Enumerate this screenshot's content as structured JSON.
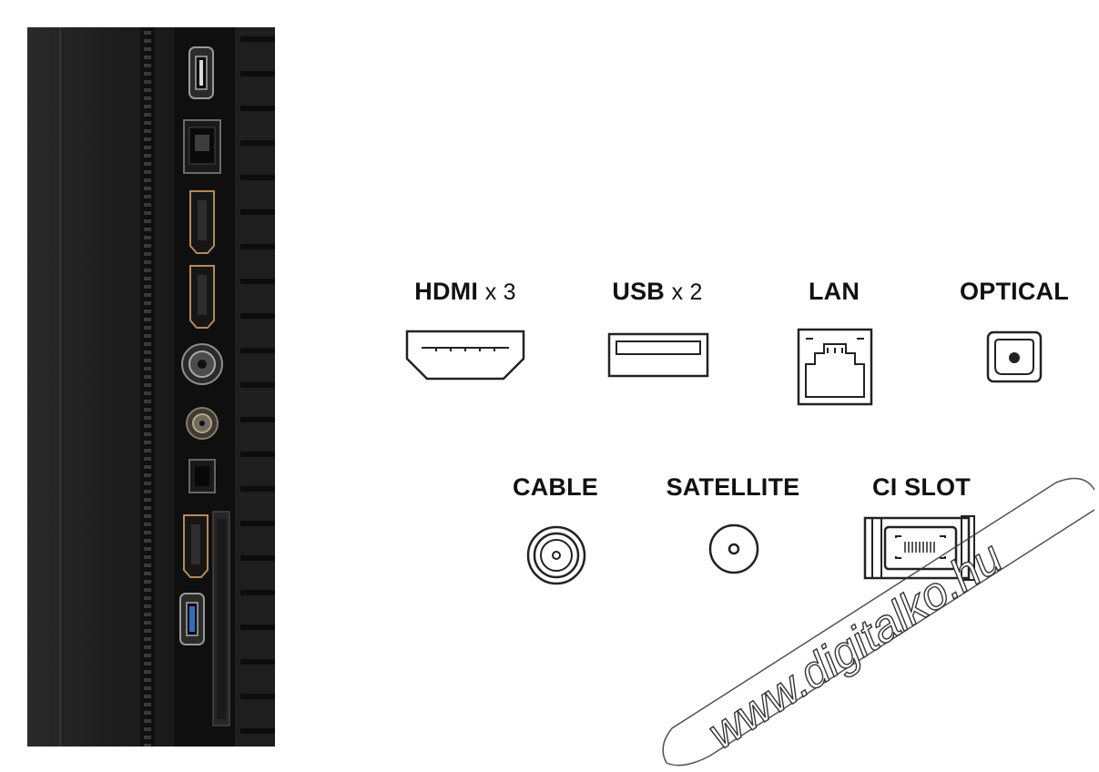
{
  "panel_photo": {
    "description_icon": "tv-rear-port-panel"
  },
  "ports": {
    "hdmi": {
      "label": "HDMI",
      "multiplier": "x 3",
      "icon": "hdmi-port-icon"
    },
    "usb": {
      "label": "USB",
      "multiplier": "x 2",
      "icon": "usb-port-icon"
    },
    "lan": {
      "label": "LAN",
      "icon": "ethernet-port-icon"
    },
    "optical": {
      "label": "OPTICAL",
      "icon": "optical-port-icon"
    },
    "cable": {
      "label": "CABLE",
      "icon": "coax-cable-port-icon"
    },
    "satellite": {
      "label": "SATELLITE",
      "icon": "satellite-port-icon"
    },
    "ci_slot": {
      "label": "CI SLOT",
      "icon": "ci-slot-icon"
    }
  },
  "watermark": {
    "text": "www.digitalko.hu"
  },
  "colors": {
    "icon_stroke": "#222222",
    "panel_dark": "#1a1a1a",
    "usb3_blue": "#2f6fc0"
  }
}
